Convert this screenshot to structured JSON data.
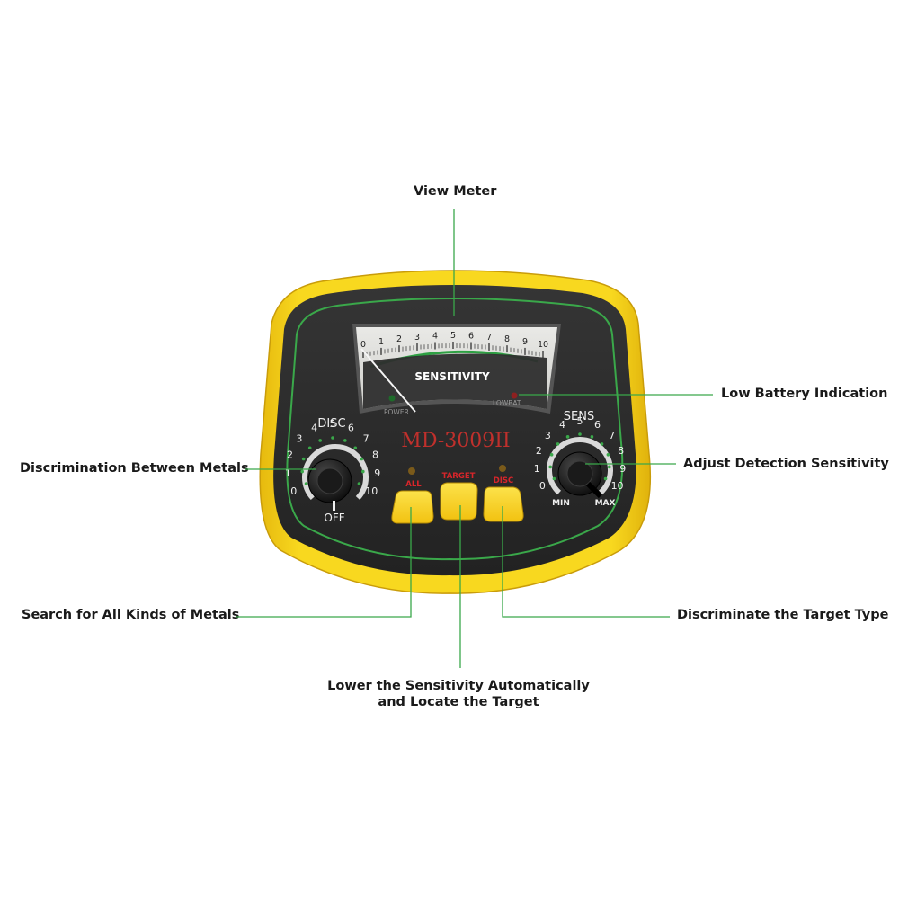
{
  "callouts": {
    "view_meter": "View Meter",
    "low_battery": "Low Battery Indication",
    "adjust_sensitivity": "Adjust  Detection Sensitivity",
    "discrimination": "Discrimination Between Metals",
    "search_all": "Search for All Kinds of Metals",
    "discriminate_target": "Discriminate the Target Type",
    "lower_sensitivity_line1": "Lower the Sensitivity Automatically",
    "lower_sensitivity_line2": "and Locate the Target"
  },
  "device": {
    "model": "MD-3009II",
    "meter": {
      "label": "SENSITIVITY",
      "scale": [
        "0",
        "1",
        "2",
        "3",
        "4",
        "5",
        "6",
        "7",
        "8",
        "9",
        "10"
      ],
      "power_label": "POWER",
      "lowbat_label": "LOWBAT"
    },
    "disc_knob": {
      "title": "DISC",
      "off_label": "OFF",
      "scale": [
        "0",
        "1",
        "2",
        "3",
        "4",
        "5",
        "6",
        "7",
        "8",
        "9",
        "10"
      ]
    },
    "sens_knob": {
      "title": "SENS",
      "min_label": "MIN",
      "max_label": "MAX",
      "scale": [
        "0",
        "1",
        "2",
        "3",
        "4",
        "5",
        "6",
        "7",
        "8",
        "9",
        "10"
      ]
    },
    "buttons": {
      "all": "ALL",
      "target": "TARGET",
      "disc": "DISC"
    }
  },
  "colors": {
    "housing": "#f7d417",
    "panel": "#2b2b2b",
    "trim": "#3aa84a",
    "leader": "#3aa84a",
    "model_text": "#c0302c",
    "button": "#f9d21a",
    "button_label": "#d8252a"
  }
}
